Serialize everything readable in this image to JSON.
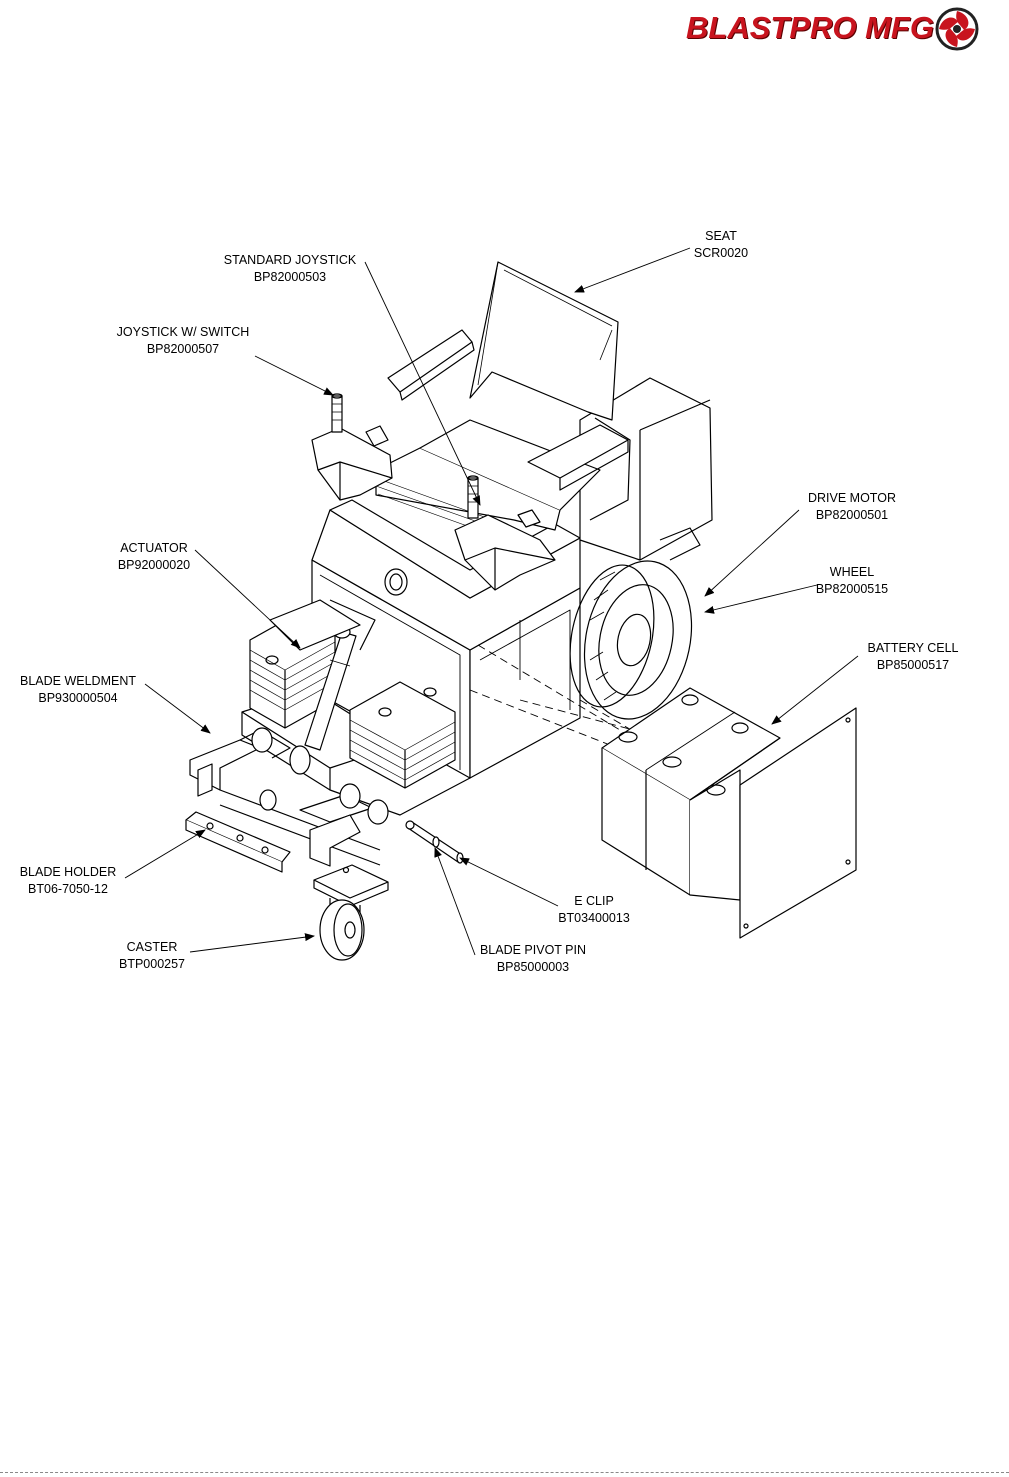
{
  "header": {
    "logo_text": "BLASTPRO MFG"
  },
  "callouts": [
    {
      "id": "seat",
      "name": "SEAT",
      "part": "SCR0020"
    },
    {
      "id": "standard-joystick",
      "name": "STANDARD JOYSTICK",
      "part": "BP82000503"
    },
    {
      "id": "joystick-switch",
      "name": "JOYSTICK W/ SWITCH",
      "part": "BP82000507"
    },
    {
      "id": "drive-motor",
      "name": "DRIVE MOTOR",
      "part": "BP82000501"
    },
    {
      "id": "actuator",
      "name": "ACTUATOR",
      "part": "BP92000020"
    },
    {
      "id": "wheel",
      "name": "WHEEL",
      "part": "BP82000515"
    },
    {
      "id": "battery-cell",
      "name": "BATTERY CELL",
      "part": "BP85000517"
    },
    {
      "id": "blade-weldment",
      "name": "BLADE WELDMENT",
      "part": "BP930000504"
    },
    {
      "id": "blade-holder",
      "name": "BLADE HOLDER",
      "part": "BT06-7050-12"
    },
    {
      "id": "e-clip",
      "name": "E CLIP",
      "part": "BT03400013"
    },
    {
      "id": "caster",
      "name": "CASTER",
      "part": "BTP000257"
    },
    {
      "id": "blade-pivot-pin",
      "name": "BLADE PIVOT PIN",
      "part": "BP85000003"
    }
  ],
  "colors": {
    "logo_red": "#c8141e",
    "line": "#000000"
  }
}
